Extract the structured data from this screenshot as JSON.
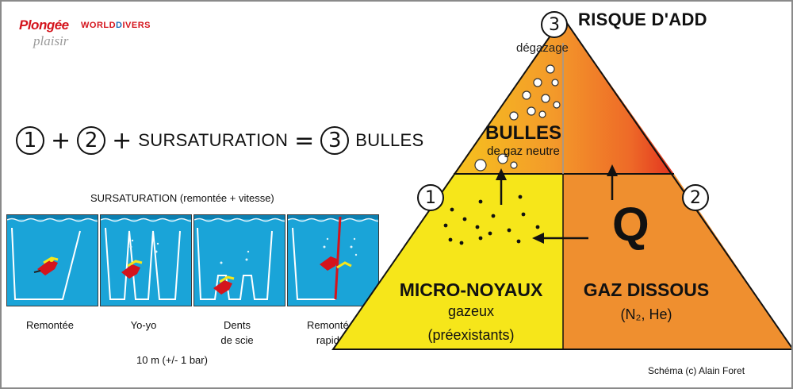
{
  "logo": {
    "brand_1": "Plongée",
    "brand_1_sub": "plaisir",
    "brand_2a": "WORLD",
    "brand_2b": "IVERS"
  },
  "equation": {
    "circle_1": "1",
    "plus_1": "+",
    "circle_2": "2",
    "plus_2": "+",
    "term": "SURSATURATION",
    "equals": "=",
    "circle_3": "3",
    "result": "BULLES"
  },
  "saturation": {
    "title": "SURSATURATION (remontée + vitesse)",
    "panels": [
      {
        "label": "Remontée"
      },
      {
        "label": "Yo-yo"
      },
      {
        "label_line1": "Dents",
        "label_line2": "de scie"
      },
      {
        "label_line1": "Remontée",
        "label_line2": "rapide"
      }
    ],
    "depth_note": "10 m (+/- 1 bar)"
  },
  "pyramid": {
    "title": "RISQUE D'ADD",
    "top_number": "3",
    "top_label": "dégazage",
    "bulles_title": "BULLES",
    "bulles_sub": "de gaz neutre",
    "left_number": "1",
    "left_title": "MICRO-NOYAUX",
    "left_sub1": "gazeux",
    "left_sub2": "(préexistants)",
    "right_number": "2",
    "right_title": "GAZ DISSOUS",
    "right_sub": "(N₂, He)",
    "q_label": "Q",
    "colors": {
      "yellow": "#f6e61a",
      "orange": "#ef8f2f",
      "red": "#e53a25"
    }
  },
  "credit": "Schéma (c) Alain Foret"
}
